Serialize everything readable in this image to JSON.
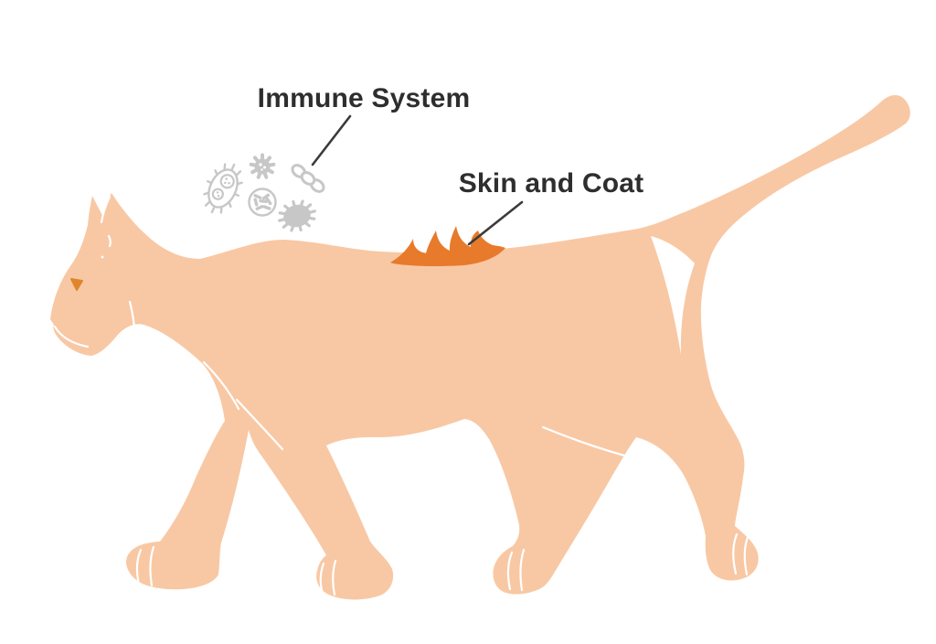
{
  "diagram": {
    "subject": "cat-anatomy-illustration",
    "labels": {
      "immune_system": "Immune System",
      "skin_and_coat": "Skin and Coat"
    },
    "icons": [
      "bacterium-icon",
      "virus-icon",
      "bacilli-cluster-icon",
      "coccus-chain-icon",
      "microbe-blob-icon",
      "fur-tuft-icon"
    ],
    "colors": {
      "background": "#ffffff",
      "cat_body": "#f8c8a4",
      "fur_accent": "#e87a2b",
      "eye": "#df862d",
      "microbes": "#c7c7c7",
      "label_text": "#2e2e2e",
      "leader_line": "#3b3b3b"
    }
  }
}
